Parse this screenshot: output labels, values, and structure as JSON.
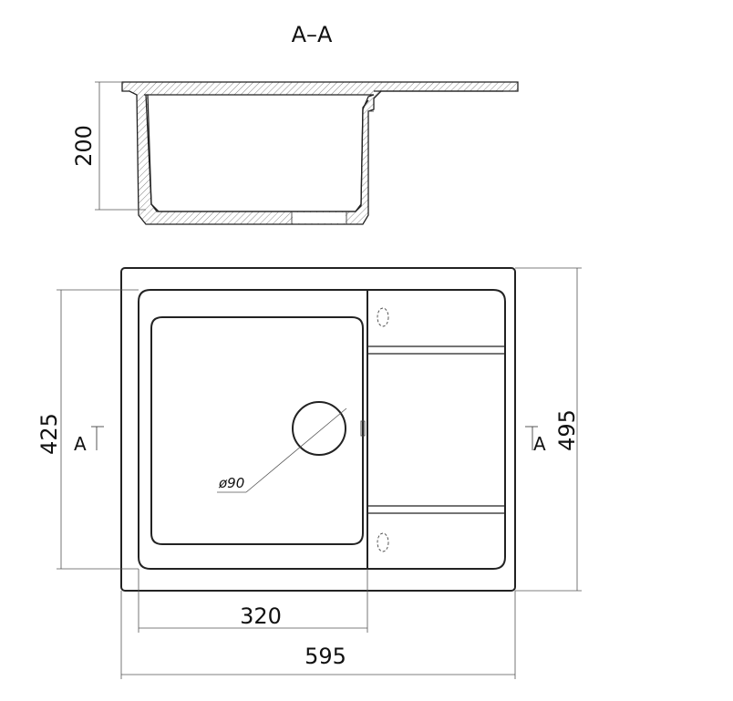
{
  "section_title": "A–A",
  "dimensions": {
    "depth": "200",
    "bowl_length": "425",
    "overall_length": "495",
    "bowl_width": "320",
    "overall_width": "595",
    "drain_diameter": "ø90"
  },
  "section_markers": {
    "left": "A",
    "right": "A"
  }
}
